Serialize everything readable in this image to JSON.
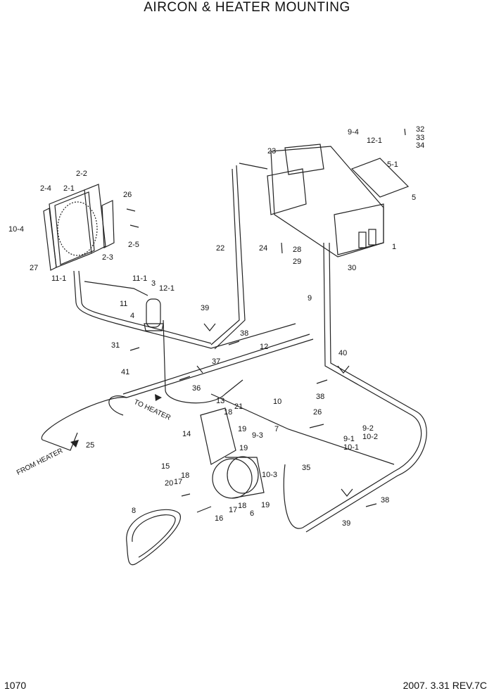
{
  "title": "AIRCON & HEATER MOUNTING",
  "page_number": "1070",
  "footer": "2007. 3.31  REV.7C",
  "arrows": {
    "to_heater": "TO HEATER",
    "from_heater": "FROM HEATER"
  },
  "callouts": [
    "1",
    "2-1",
    "2-2",
    "2-3",
    "2-4",
    "2-5",
    "3",
    "4",
    "5",
    "5-1",
    "6",
    "7",
    "8",
    "9",
    "9-1",
    "9-2",
    "9-3",
    "9-4",
    "10",
    "10-1",
    "10-2",
    "10-3",
    "10-4",
    "11",
    "11-1",
    "11-1",
    "12",
    "12-1",
    "12-1",
    "13",
    "14",
    "15",
    "16",
    "17",
    "17",
    "18",
    "18",
    "18",
    "19",
    "19",
    "19",
    "20",
    "21",
    "22",
    "23",
    "24",
    "25",
    "26",
    "26",
    "27",
    "28",
    "29",
    "30",
    "31",
    "32",
    "33",
    "34",
    "35",
    "36",
    "37",
    "38",
    "38",
    "38",
    "39",
    "39",
    "40",
    "41"
  ]
}
